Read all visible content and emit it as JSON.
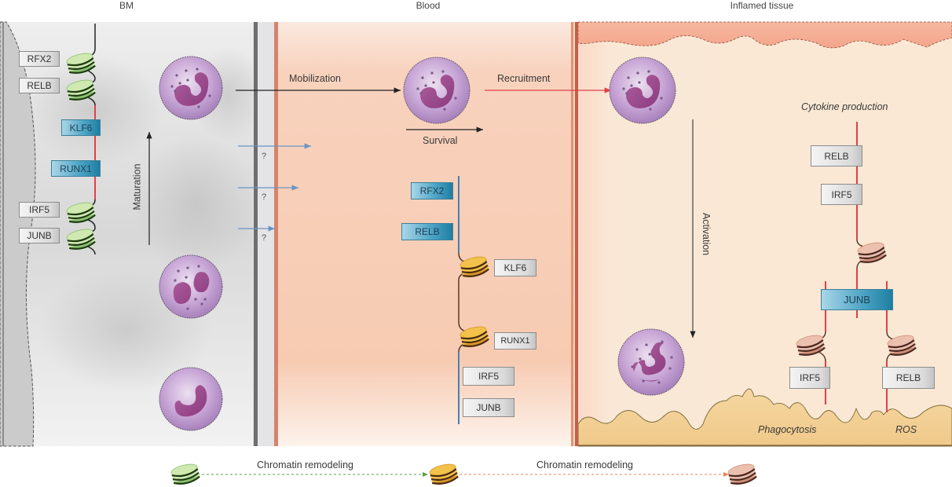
{
  "zones": {
    "bm": "BM",
    "blood": "Blood",
    "tissue": "Inflamed tissue"
  },
  "processes": {
    "maturation": "Maturation",
    "mobilization": "Mobilization",
    "survival": "Survival",
    "recruitment": "Recruitment",
    "activation": "Activation",
    "cytokine_production": "Cytokine production",
    "phagocytosis": "Phagocytosis",
    "ros": "ROS",
    "unknown": "?"
  },
  "bm_genes": [
    {
      "label": "RFX2",
      "style": "grey",
      "state": "closed-nucleosome"
    },
    {
      "label": "RELB",
      "style": "grey",
      "state": "closed-nucleosome"
    },
    {
      "label": "KLF6",
      "style": "blue",
      "state": "open"
    },
    {
      "label": "RUNX1",
      "style": "blue",
      "state": "open"
    },
    {
      "label": "IRF5",
      "style": "grey",
      "state": "closed-nucleosome"
    },
    {
      "label": "JUNB",
      "style": "grey",
      "state": "closed-nucleosome"
    }
  ],
  "blood_genes": [
    {
      "label": "RFX2",
      "style": "blue",
      "state": "open"
    },
    {
      "label": "RELB",
      "style": "blue",
      "state": "open"
    },
    {
      "label": "KLF6",
      "style": "grey",
      "state": "closed-nucleosome"
    },
    {
      "label": "RUNX1",
      "style": "grey",
      "state": "closed-nucleosome"
    },
    {
      "label": "IRF5",
      "style": "grey",
      "state": "inactive"
    },
    {
      "label": "JUNB",
      "style": "grey",
      "state": "inactive"
    }
  ],
  "tissue_genes": [
    {
      "label": "RELB",
      "style": "grey"
    },
    {
      "label": "IRF5",
      "style": "grey"
    },
    {
      "label": "JUNB",
      "style": "blue"
    },
    {
      "label": "IRF5",
      "style": "grey"
    },
    {
      "label": "RELB",
      "style": "grey"
    }
  ],
  "legend": {
    "step1": "Chromatin remodeling",
    "step2": "Chromatin remodeling",
    "nucleosome_states": [
      "green nucleosome",
      "orange nucleosome",
      "pink nucleosome"
    ]
  },
  "colors": {
    "bm_bg": "#dedede",
    "blood_bg": "#f7cdb6",
    "tissue_bg": "#fae6d2",
    "vessel_wall": "#d9826a",
    "red_line": "#e0404a",
    "blue_line": "#4a7fb5",
    "gene_blue": "#3a93b8",
    "nucleosome_green": "#c9e7a8",
    "nucleosome_orange": "#f0bb45",
    "nucleosome_pink": "#e5a996",
    "cell_fill": "#c9a4d6",
    "nucleus": "#9c4c8f"
  }
}
